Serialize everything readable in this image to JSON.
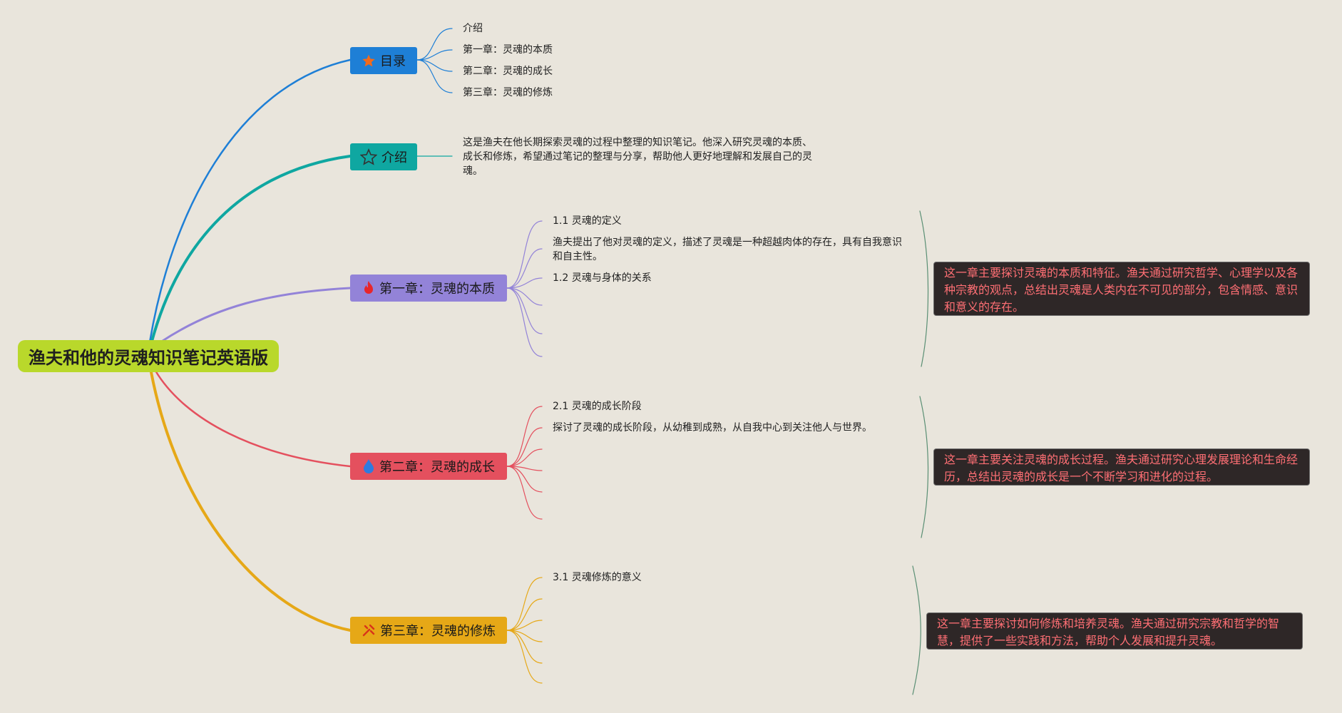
{
  "root": {
    "title": "渔夫和他的灵魂知识笔记英语版"
  },
  "colors": {
    "background": "#e9e5dc",
    "root": "#b9d82b",
    "toc": "#1e7fd6",
    "intro": "#0fa7a1",
    "chapter1": "#9383d8",
    "chapter2": "#e4505e",
    "chapter3": "#e6a817",
    "note_bg": "#2e2727",
    "note_text": "#ff6f74"
  },
  "branches": {
    "toc": {
      "label": "目录",
      "icon": "star-filled-icon",
      "items": [
        "介绍",
        "第一章：灵魂的本质",
        "第二章：灵魂的成长",
        "第三章：灵魂的修炼"
      ]
    },
    "intro": {
      "label": "介绍",
      "icon": "star-outline-icon",
      "text": "这是渔夫在他长期探索灵魂的过程中整理的知识笔记。他深入研究灵魂的本质、成长和修炼，希望通过笔记的整理与分享，帮助他人更好地理解和发展自己的灵魂。"
    },
    "chapter1": {
      "label": "第一章：灵魂的本质",
      "icon": "fire-icon",
      "items": [
        "1.1 灵魂的定义",
        "渔夫提出了他对灵魂的定义，描述了灵魂是一种超越肉体的存在，具有自我意识和自主性。",
        "1.2 灵魂与身体的关系"
      ],
      "summary": "这一章主要探讨灵魂的本质和特征。渔夫通过研究哲学、心理学以及各种宗教的观点，总结出灵魂是人类内在不可见的部分，包含情感、意识和意义的存在。"
    },
    "chapter2": {
      "label": "第二章：灵魂的成长",
      "icon": "drop-icon",
      "items": [
        "2.1 灵魂的成长阶段",
        "探讨了灵魂的成长阶段，从幼稚到成熟，从自我中心到关注他人与世界。"
      ],
      "summary": "这一章主要关注灵魂的成长过程。渔夫通过研究心理发展理论和生命经历，总结出灵魂的成长是一个不断学习和进化的过程。"
    },
    "chapter3": {
      "label": "第三章：灵魂的修炼",
      "icon": "tools-icon",
      "items": [
        "3.1 灵魂修炼的意义"
      ],
      "summary": "这一章主要探讨如何修炼和培养灵魂。渔夫通过研究宗教和哲学的智慧，提供了一些实践和方法，帮助个人发展和提升灵魂。"
    }
  }
}
